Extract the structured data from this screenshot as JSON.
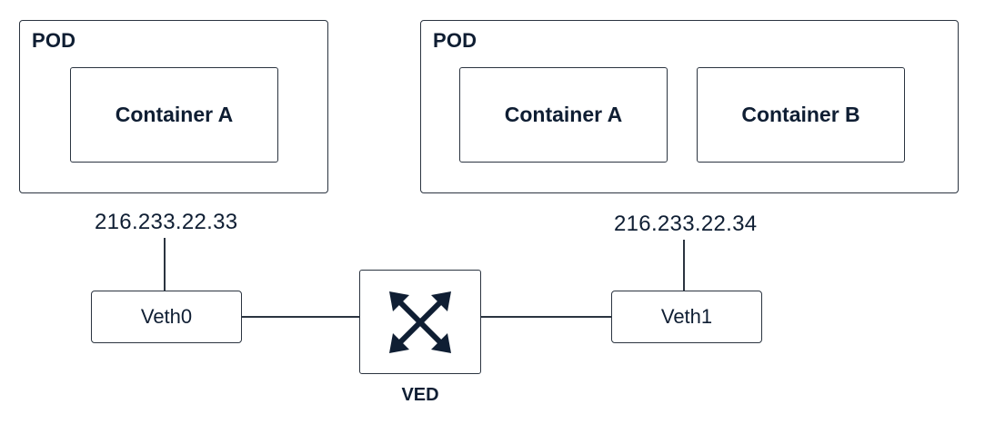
{
  "pods": [
    {
      "label": "POD",
      "containers": [
        "Container A"
      ],
      "ip": "216.233.22.33",
      "veth": "Veth0"
    },
    {
      "label": "POD",
      "containers": [
        "Container A",
        "Container B"
      ],
      "ip": "216.233.22.34",
      "veth": "Veth1"
    }
  ],
  "switch": {
    "label": "VED",
    "icon": "cross-arrows-icon"
  },
  "colors": {
    "text": "#0f1e33",
    "border": "#2b3440"
  }
}
